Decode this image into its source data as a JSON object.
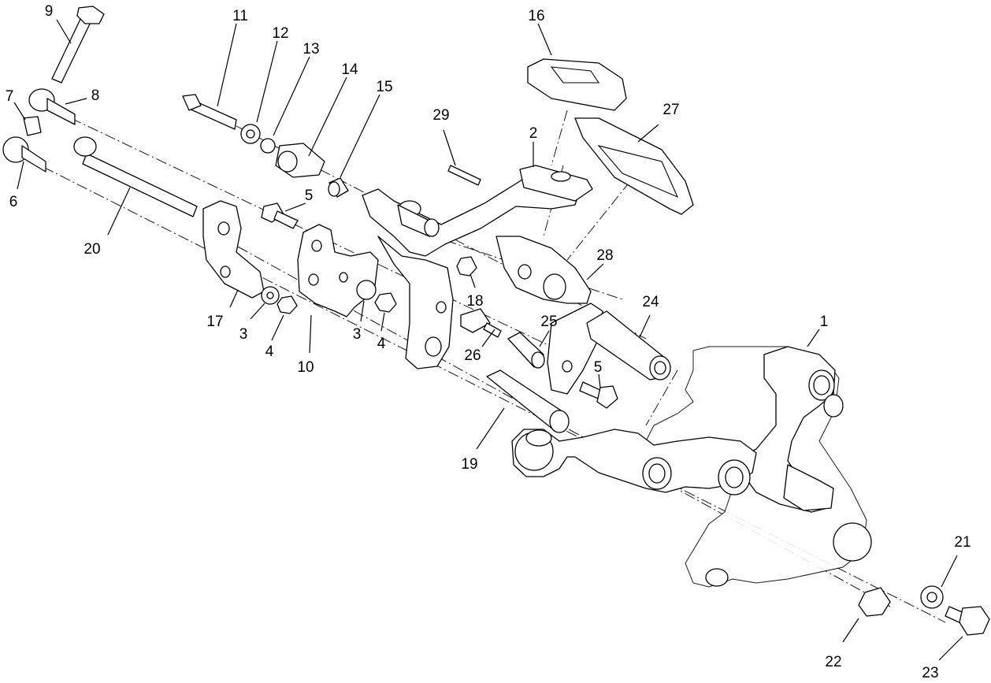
{
  "diagram": {
    "callouts": [
      "1",
      "2",
      "3",
      "3",
      "4",
      "4",
      "5",
      "5",
      "6",
      "7",
      "8",
      "9",
      "10",
      "11",
      "12",
      "13",
      "14",
      "15",
      "16",
      "17",
      "18",
      "19",
      "20",
      "21",
      "22",
      "23",
      "24",
      "25",
      "26",
      "27",
      "28",
      "29"
    ],
    "colors": {
      "line": "#000000",
      "background": "#ffffff"
    }
  }
}
